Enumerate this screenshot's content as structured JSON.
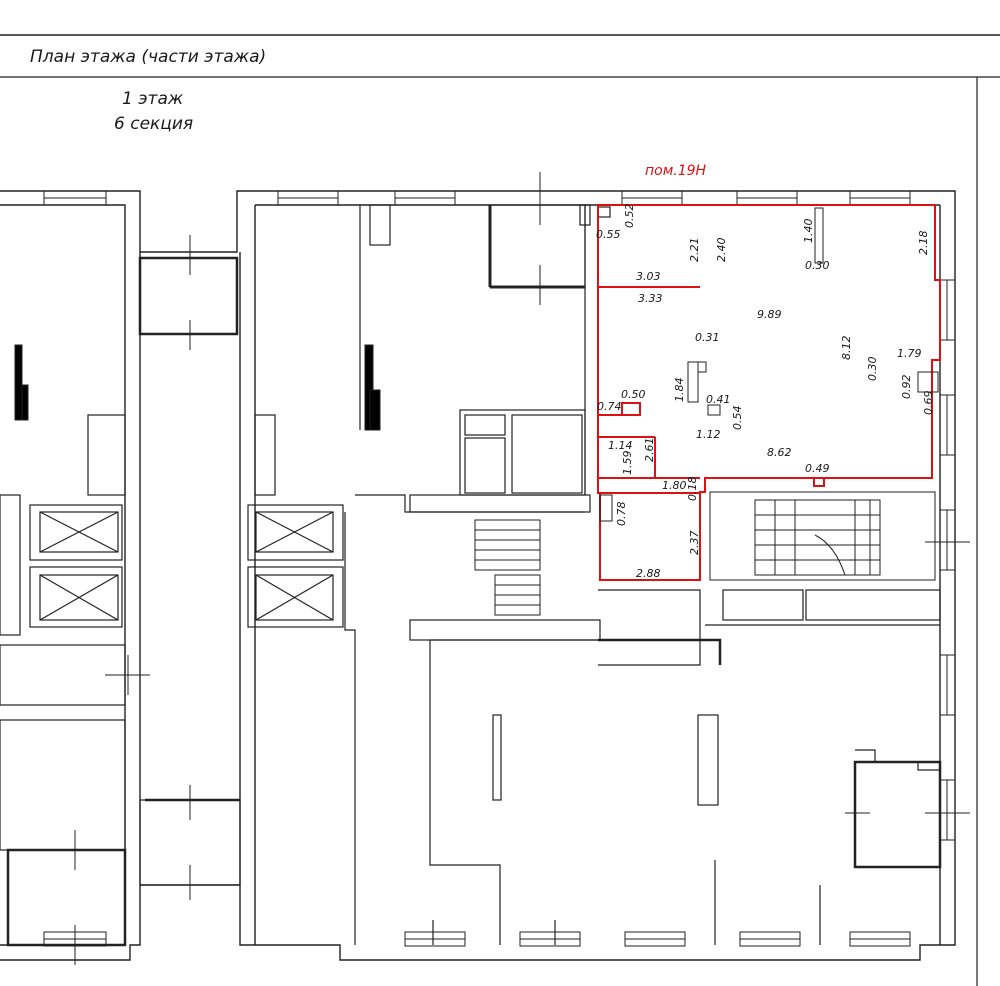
{
  "header": {
    "title": "План этажа (части этажа)",
    "floor": "1 этаж",
    "section": "6 секция"
  },
  "unit": {
    "label": "пом.19Н",
    "outline_color": "#dd1111"
  },
  "dimensions": [
    "0.55",
    "0.52",
    "2.21",
    "2.40",
    "1.40",
    "0.30",
    "2.18",
    "3.03",
    "3.33",
    "9.89",
    "0.31",
    "8.12",
    "0.30",
    "1.79",
    "0.92",
    "0.69",
    "0.50",
    "0.74",
    "1.84",
    "0.41",
    "0.54",
    "1.12",
    "1.14",
    "2.61",
    "1.59",
    "8.62",
    "0.49",
    "1.80",
    "0.18",
    "0.78",
    "2.37",
    "2.88"
  ]
}
